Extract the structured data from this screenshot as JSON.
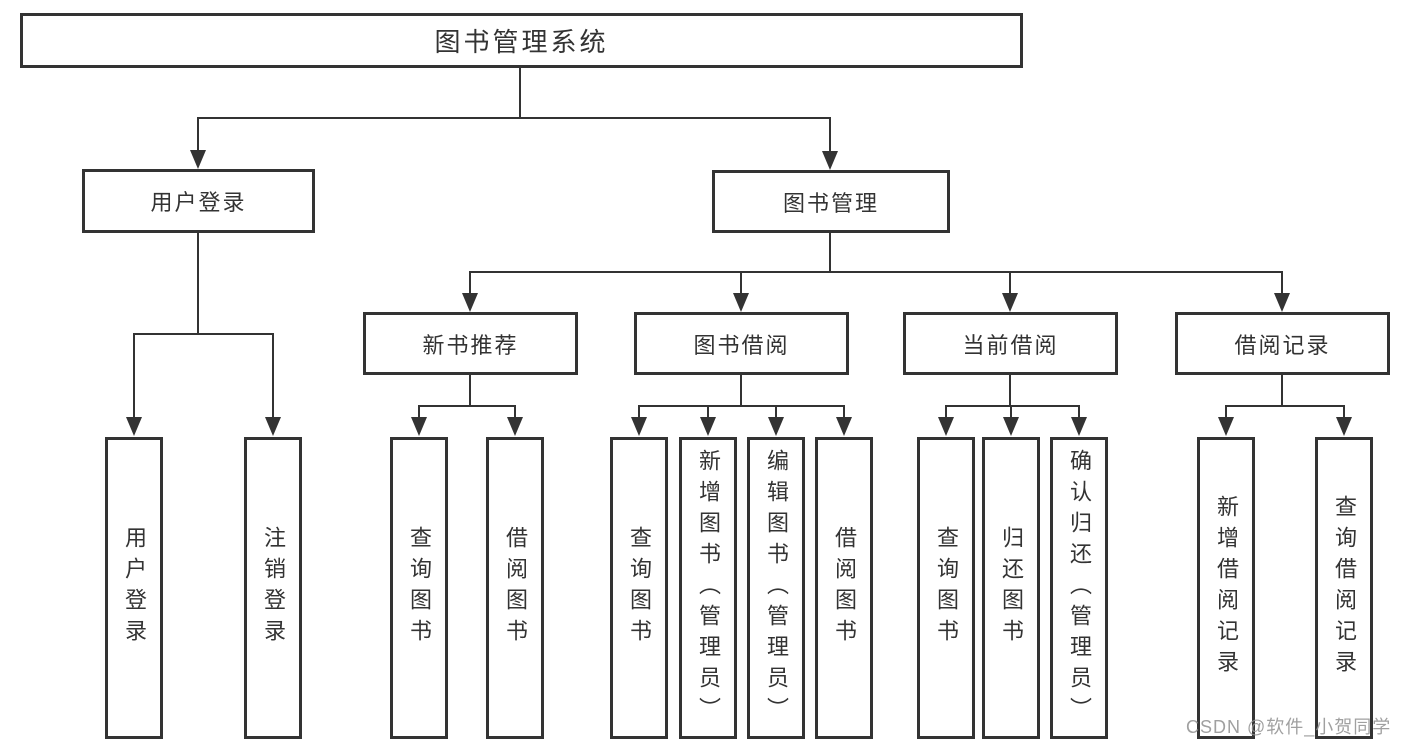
{
  "diagram": {
    "title": "图书管理系统",
    "tree": {
      "root": "图书管理系统",
      "children": [
        {
          "label": "用户登录",
          "children": [
            {
              "label": "用户登录"
            },
            {
              "label": "注销登录"
            }
          ]
        },
        {
          "label": "图书管理",
          "children": [
            {
              "label": "新书推荐",
              "children": [
                {
                  "label": "查询图书"
                },
                {
                  "label": "借阅图书"
                }
              ]
            },
            {
              "label": "图书借阅",
              "children": [
                {
                  "label": "查询图书"
                },
                {
                  "label": "新增图书（管理员）"
                },
                {
                  "label": "编辑图书（管理员）"
                },
                {
                  "label": "借阅图书"
                }
              ]
            },
            {
              "label": "当前借阅",
              "children": [
                {
                  "label": "查询图书"
                },
                {
                  "label": "归还图书"
                },
                {
                  "label": "确认归还（管理员）"
                }
              ]
            },
            {
              "label": "借阅记录",
              "children": [
                {
                  "label": "新增借阅记录"
                },
                {
                  "label": "查询借阅记录"
                }
              ]
            }
          ]
        }
      ]
    },
    "watermark": "CSDN @软件_小贺同学",
    "colors": {
      "line": "#333333",
      "text": "#333333",
      "background": "#ffffff",
      "watermark": "#909090"
    }
  }
}
